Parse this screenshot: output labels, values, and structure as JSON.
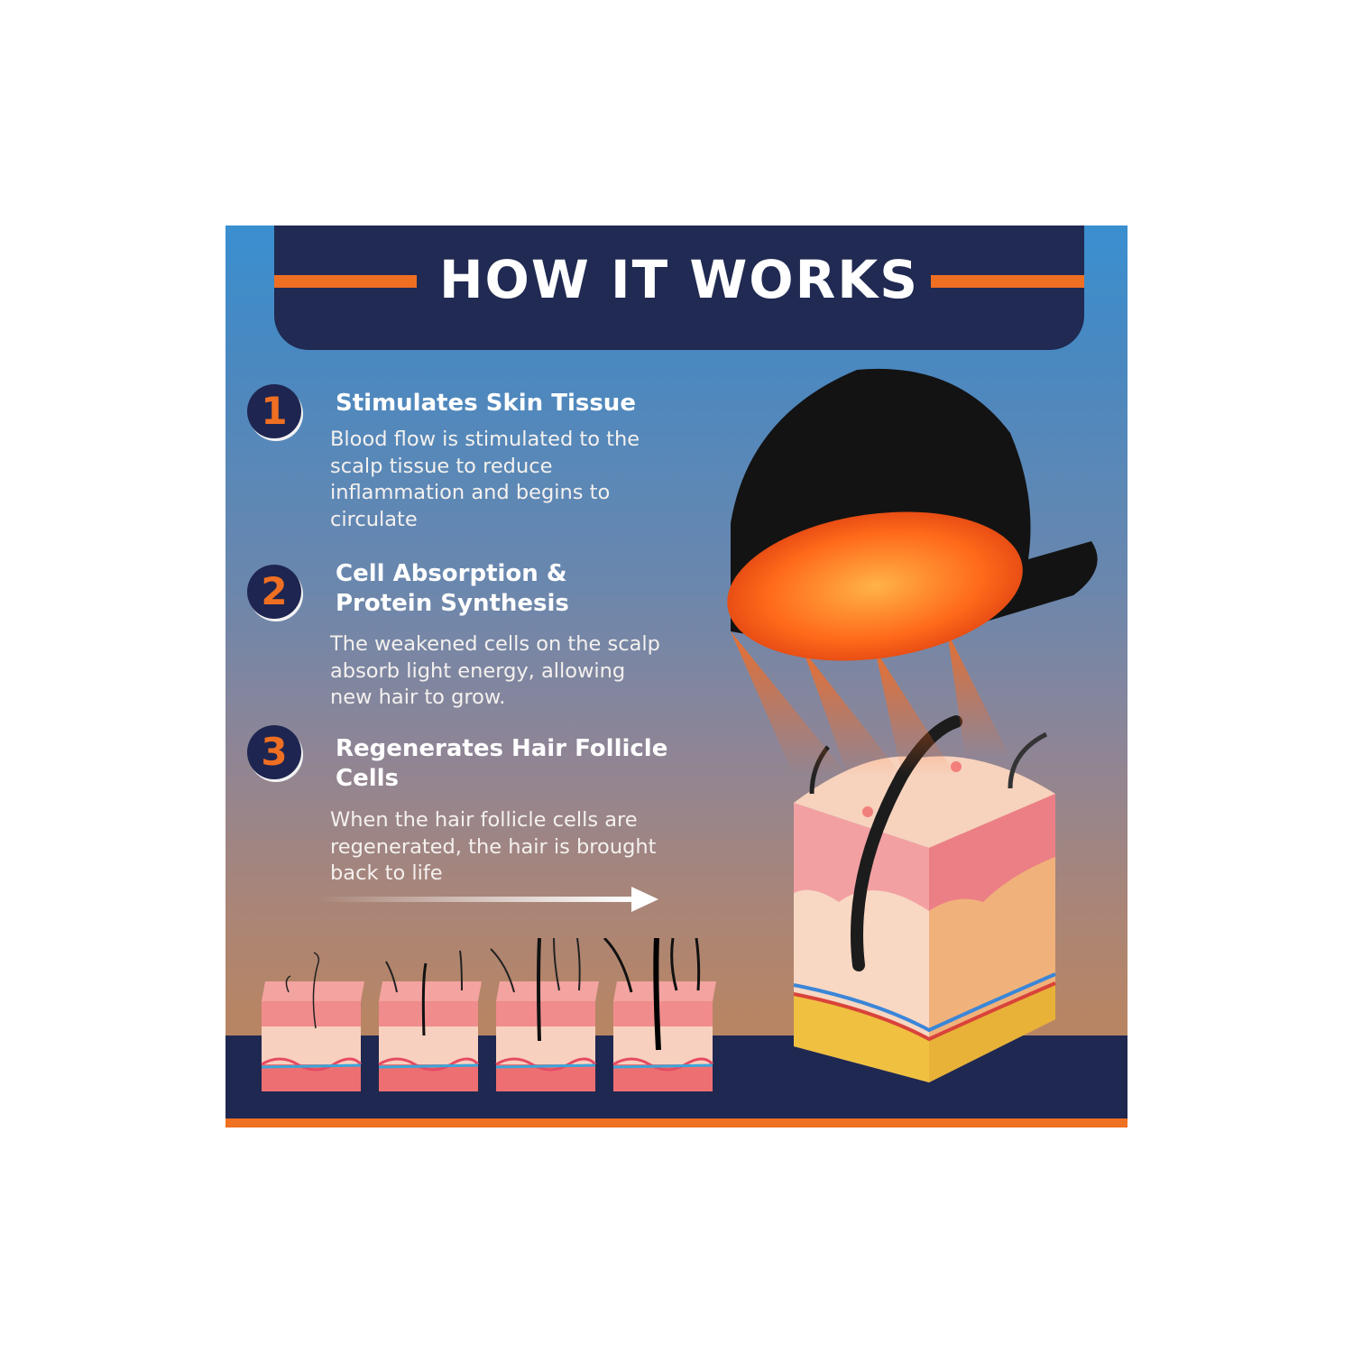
{
  "header": {
    "title": "HOW IT WORKS",
    "accent_color": "#ef6f22",
    "background_color": "#202a52"
  },
  "steps": [
    {
      "number": "1",
      "title": "Stimulates Skin Tissue",
      "description": "Blood flow is stimulated to the scalp tissue to reduce inflammation and begins to circulate"
    },
    {
      "number": "2",
      "title": "Cell Absorption & Protein Synthesis",
      "description": "The weakened cells on the scalp absorb light energy, allowing new hair to grow."
    },
    {
      "number": "3",
      "title": "Regenerates Hair Follicle Cells",
      "description": "When the hair follicle cells are regenerated, the hair is brought back to life"
    }
  ],
  "illustrations": {
    "product": "red-light-therapy-cap",
    "cross_section": "scalp-skin-cross-section",
    "progression_stages": 4,
    "arrow": "progress-arrow-right"
  },
  "colors": {
    "navy": "#1f2850",
    "orange": "#ef7122",
    "sky_top": "#3a8fd0",
    "warm_bottom": "#b7835f"
  }
}
